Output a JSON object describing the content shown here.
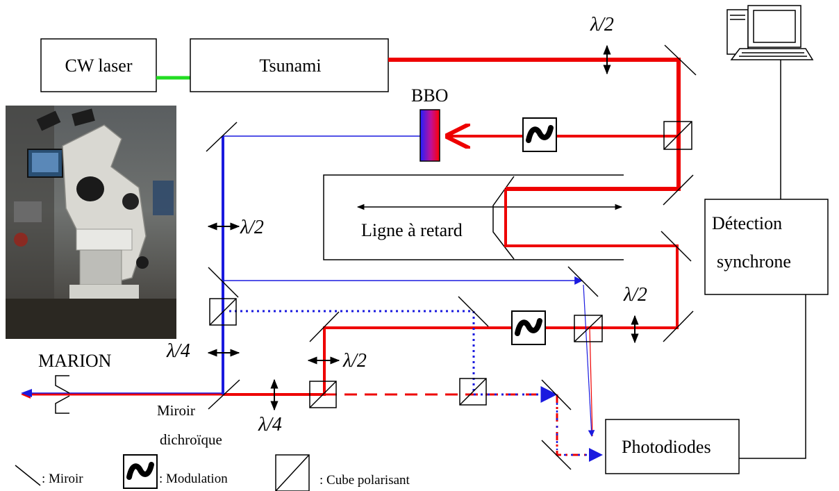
{
  "boxes": {
    "cw_laser": "CW laser",
    "tsunami": "Tsunami",
    "detection_line1": "Détection",
    "detection_line2": "synchrone",
    "photodiodes": "Photodiodes",
    "delay_line": "Ligne à retard"
  },
  "labels": {
    "bbo": "BBO",
    "marion": "MARION",
    "dichroic_line1": "Miroir",
    "dichroic_line2": "dichroïque",
    "lambda_half": "λ/2",
    "lambda_quarter": "λ/4"
  },
  "legend": {
    "mirror": ": Miroir",
    "modulation": ": Modulation",
    "cube": ": Cube polarisant"
  },
  "colors": {
    "red_beam": "#ee0000",
    "blue_beam": "#1a1adf",
    "green_link": "#22dd22",
    "bbo_gradient": [
      "#2020ff",
      "#c0109a",
      "#ff0000"
    ]
  }
}
